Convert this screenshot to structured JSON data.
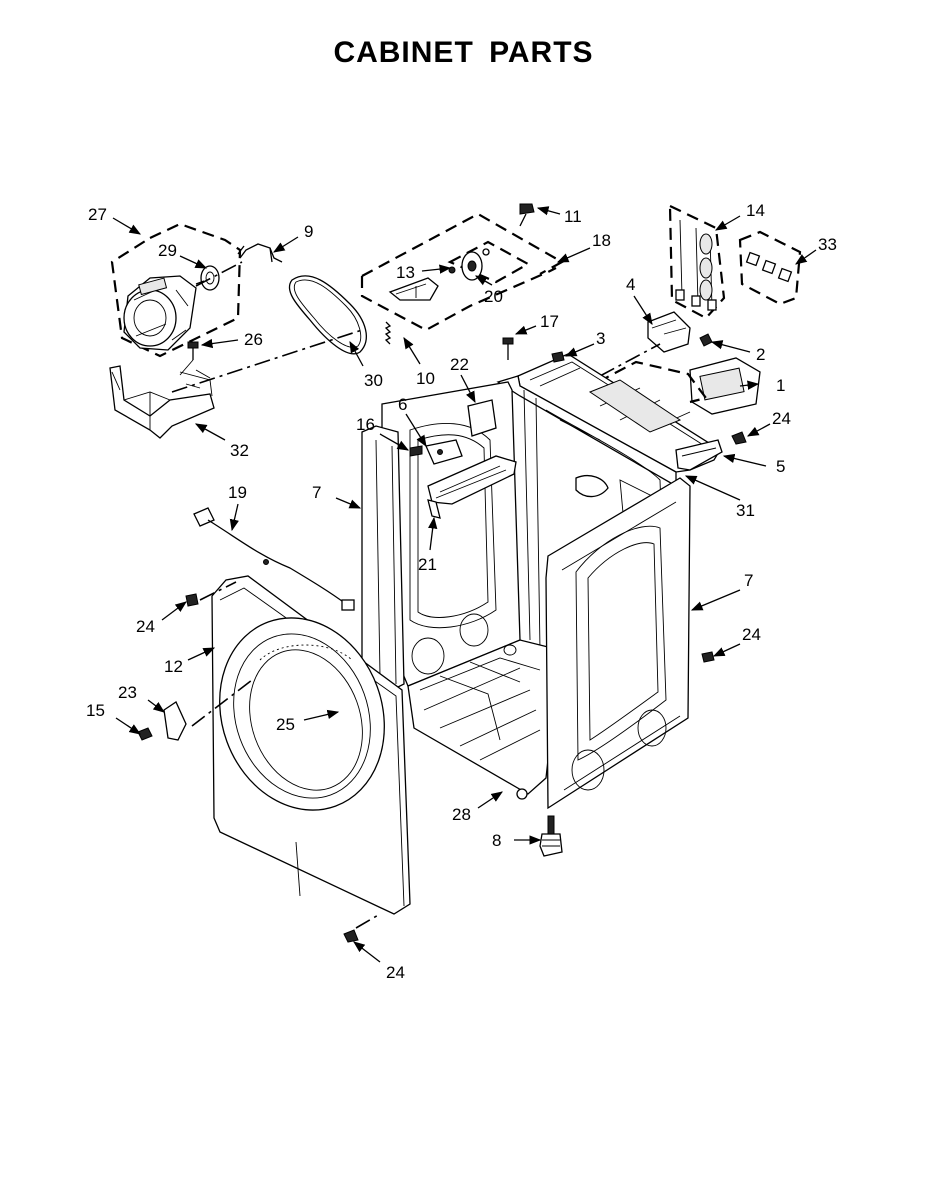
{
  "title": "CABINET PARTS",
  "callouts": [
    {
      "id": "1",
      "text": "1"
    },
    {
      "id": "2",
      "text": "2"
    },
    {
      "id": "3",
      "text": "3"
    },
    {
      "id": "4",
      "text": "4"
    },
    {
      "id": "5",
      "text": "5"
    },
    {
      "id": "6",
      "text": "6"
    },
    {
      "id": "7a",
      "text": "7"
    },
    {
      "id": "7b",
      "text": "7"
    },
    {
      "id": "8",
      "text": "8"
    },
    {
      "id": "9",
      "text": "9"
    },
    {
      "id": "10",
      "text": "10"
    },
    {
      "id": "11",
      "text": "11"
    },
    {
      "id": "12",
      "text": "12"
    },
    {
      "id": "13",
      "text": "13"
    },
    {
      "id": "14",
      "text": "14"
    },
    {
      "id": "15",
      "text": "15"
    },
    {
      "id": "16",
      "text": "16"
    },
    {
      "id": "17",
      "text": "17"
    },
    {
      "id": "18",
      "text": "18"
    },
    {
      "id": "19",
      "text": "19"
    },
    {
      "id": "20",
      "text": "20"
    },
    {
      "id": "21",
      "text": "21"
    },
    {
      "id": "22",
      "text": "22"
    },
    {
      "id": "23",
      "text": "23"
    },
    {
      "id": "24a",
      "text": "24"
    },
    {
      "id": "24b",
      "text": "24"
    },
    {
      "id": "24c",
      "text": "24"
    },
    {
      "id": "24d",
      "text": "24"
    },
    {
      "id": "25",
      "text": "25"
    },
    {
      "id": "26",
      "text": "26"
    },
    {
      "id": "27",
      "text": "27"
    },
    {
      "id": "28",
      "text": "28"
    },
    {
      "id": "29",
      "text": "29"
    },
    {
      "id": "30",
      "text": "30"
    },
    {
      "id": "31",
      "text": "31"
    },
    {
      "id": "32",
      "text": "32"
    },
    {
      "id": "33",
      "text": "33"
    }
  ]
}
